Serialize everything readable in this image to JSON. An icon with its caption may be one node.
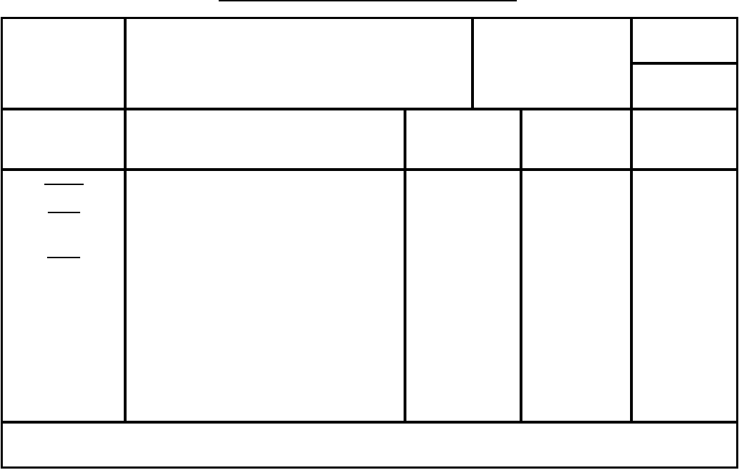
{
  "diagram": {
    "nodes": [
      {
        "text": [],
        "shape": "box"
      },
      {
        "text": [],
        "shape": "box"
      },
      {
        "text": [],
        "shape": "box"
      },
      {
        "text": [],
        "shape": "box"
      },
      {
        "text": [],
        "shape": "box"
      },
      {
        "text": [],
        "shape": "box"
      },
      {
        "text": [],
        "shape": "box"
      },
      {
        "text": [],
        "shape": "box"
      },
      {
        "text": [],
        "shape": "box"
      },
      {
        "text": [],
        "shape": "box"
      },
      {
        "text": [],
        "shape": "box"
      },
      {
        "text": [],
        "shape": "box"
      },
      {
        "text": [],
        "shape": "box"
      },
      {
        "text": [],
        "shape": "box"
      },
      {
        "text": [],
        "shape": "box"
      },
      {
        "text": [],
        "shape": "box"
      }
    ]
  }
}
